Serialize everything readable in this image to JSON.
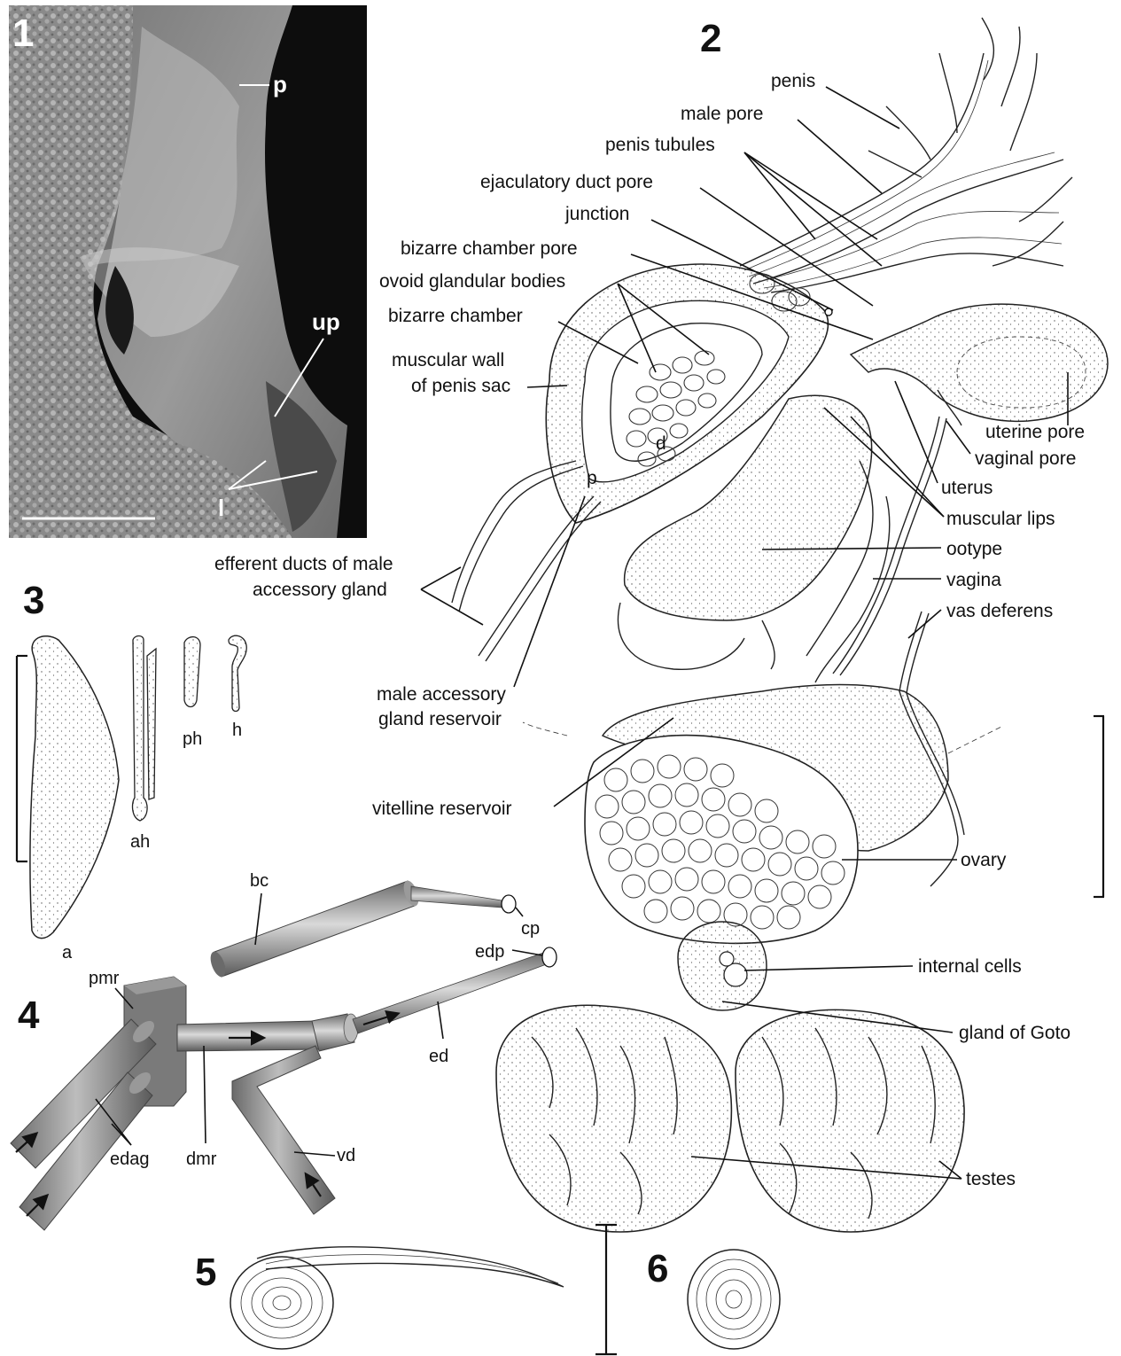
{
  "figure_numbers": {
    "f1": "1",
    "f2": "2",
    "f3": "3",
    "f4": "4",
    "f5": "5",
    "f6": "6"
  },
  "fig1_labels": {
    "p": "p",
    "up": "up",
    "l": "l"
  },
  "fig2_labels": {
    "penis": "penis",
    "male_pore": "male pore",
    "penis_tubules": "penis tubules",
    "ejaculatory_duct_pore": "ejaculatory duct pore",
    "junction": "junction",
    "bizarre_chamber_pore": "bizarre chamber pore",
    "ovoid_glandular_bodies": "ovoid glandular bodies",
    "bizarre_chamber": "bizarre chamber",
    "muscular_wall_1": "muscular wall",
    "muscular_wall_2": "of penis sac",
    "d": "d",
    "p": "p",
    "uterine_pore": "uterine pore",
    "vaginal_pore": "vaginal pore",
    "uterus": "uterus",
    "muscular_lips": "muscular lips",
    "ootype": "ootype",
    "vagina": "vagina",
    "vas_deferens": "vas deferens",
    "efferent_1": "efferent ducts of male",
    "efferent_2": "accessory gland",
    "mag_reservoir_1": "male accessory",
    "mag_reservoir_2": "gland reservoir",
    "vitelline_reservoir": "vitelline reservoir",
    "ovary": "ovary",
    "internal_cells": "internal cells",
    "gland_of_goto": "gland of Goto",
    "testes": "testes"
  },
  "fig3_labels": {
    "a": "a",
    "ah": "ah",
    "ph": "ph",
    "h": "h"
  },
  "fig4_labels": {
    "bc": "bc",
    "cp": "cp",
    "edp": "edp",
    "pmr": "pmr",
    "ed": "ed",
    "dmr": "dmr",
    "edag": "edag",
    "vd": "vd"
  },
  "colors": {
    "tube": "#8c8c8c",
    "tube_dark": "#5e5e5e",
    "block": "#7a7a7a",
    "sem_bg": "#2a2a2a",
    "ink": "#111111"
  }
}
